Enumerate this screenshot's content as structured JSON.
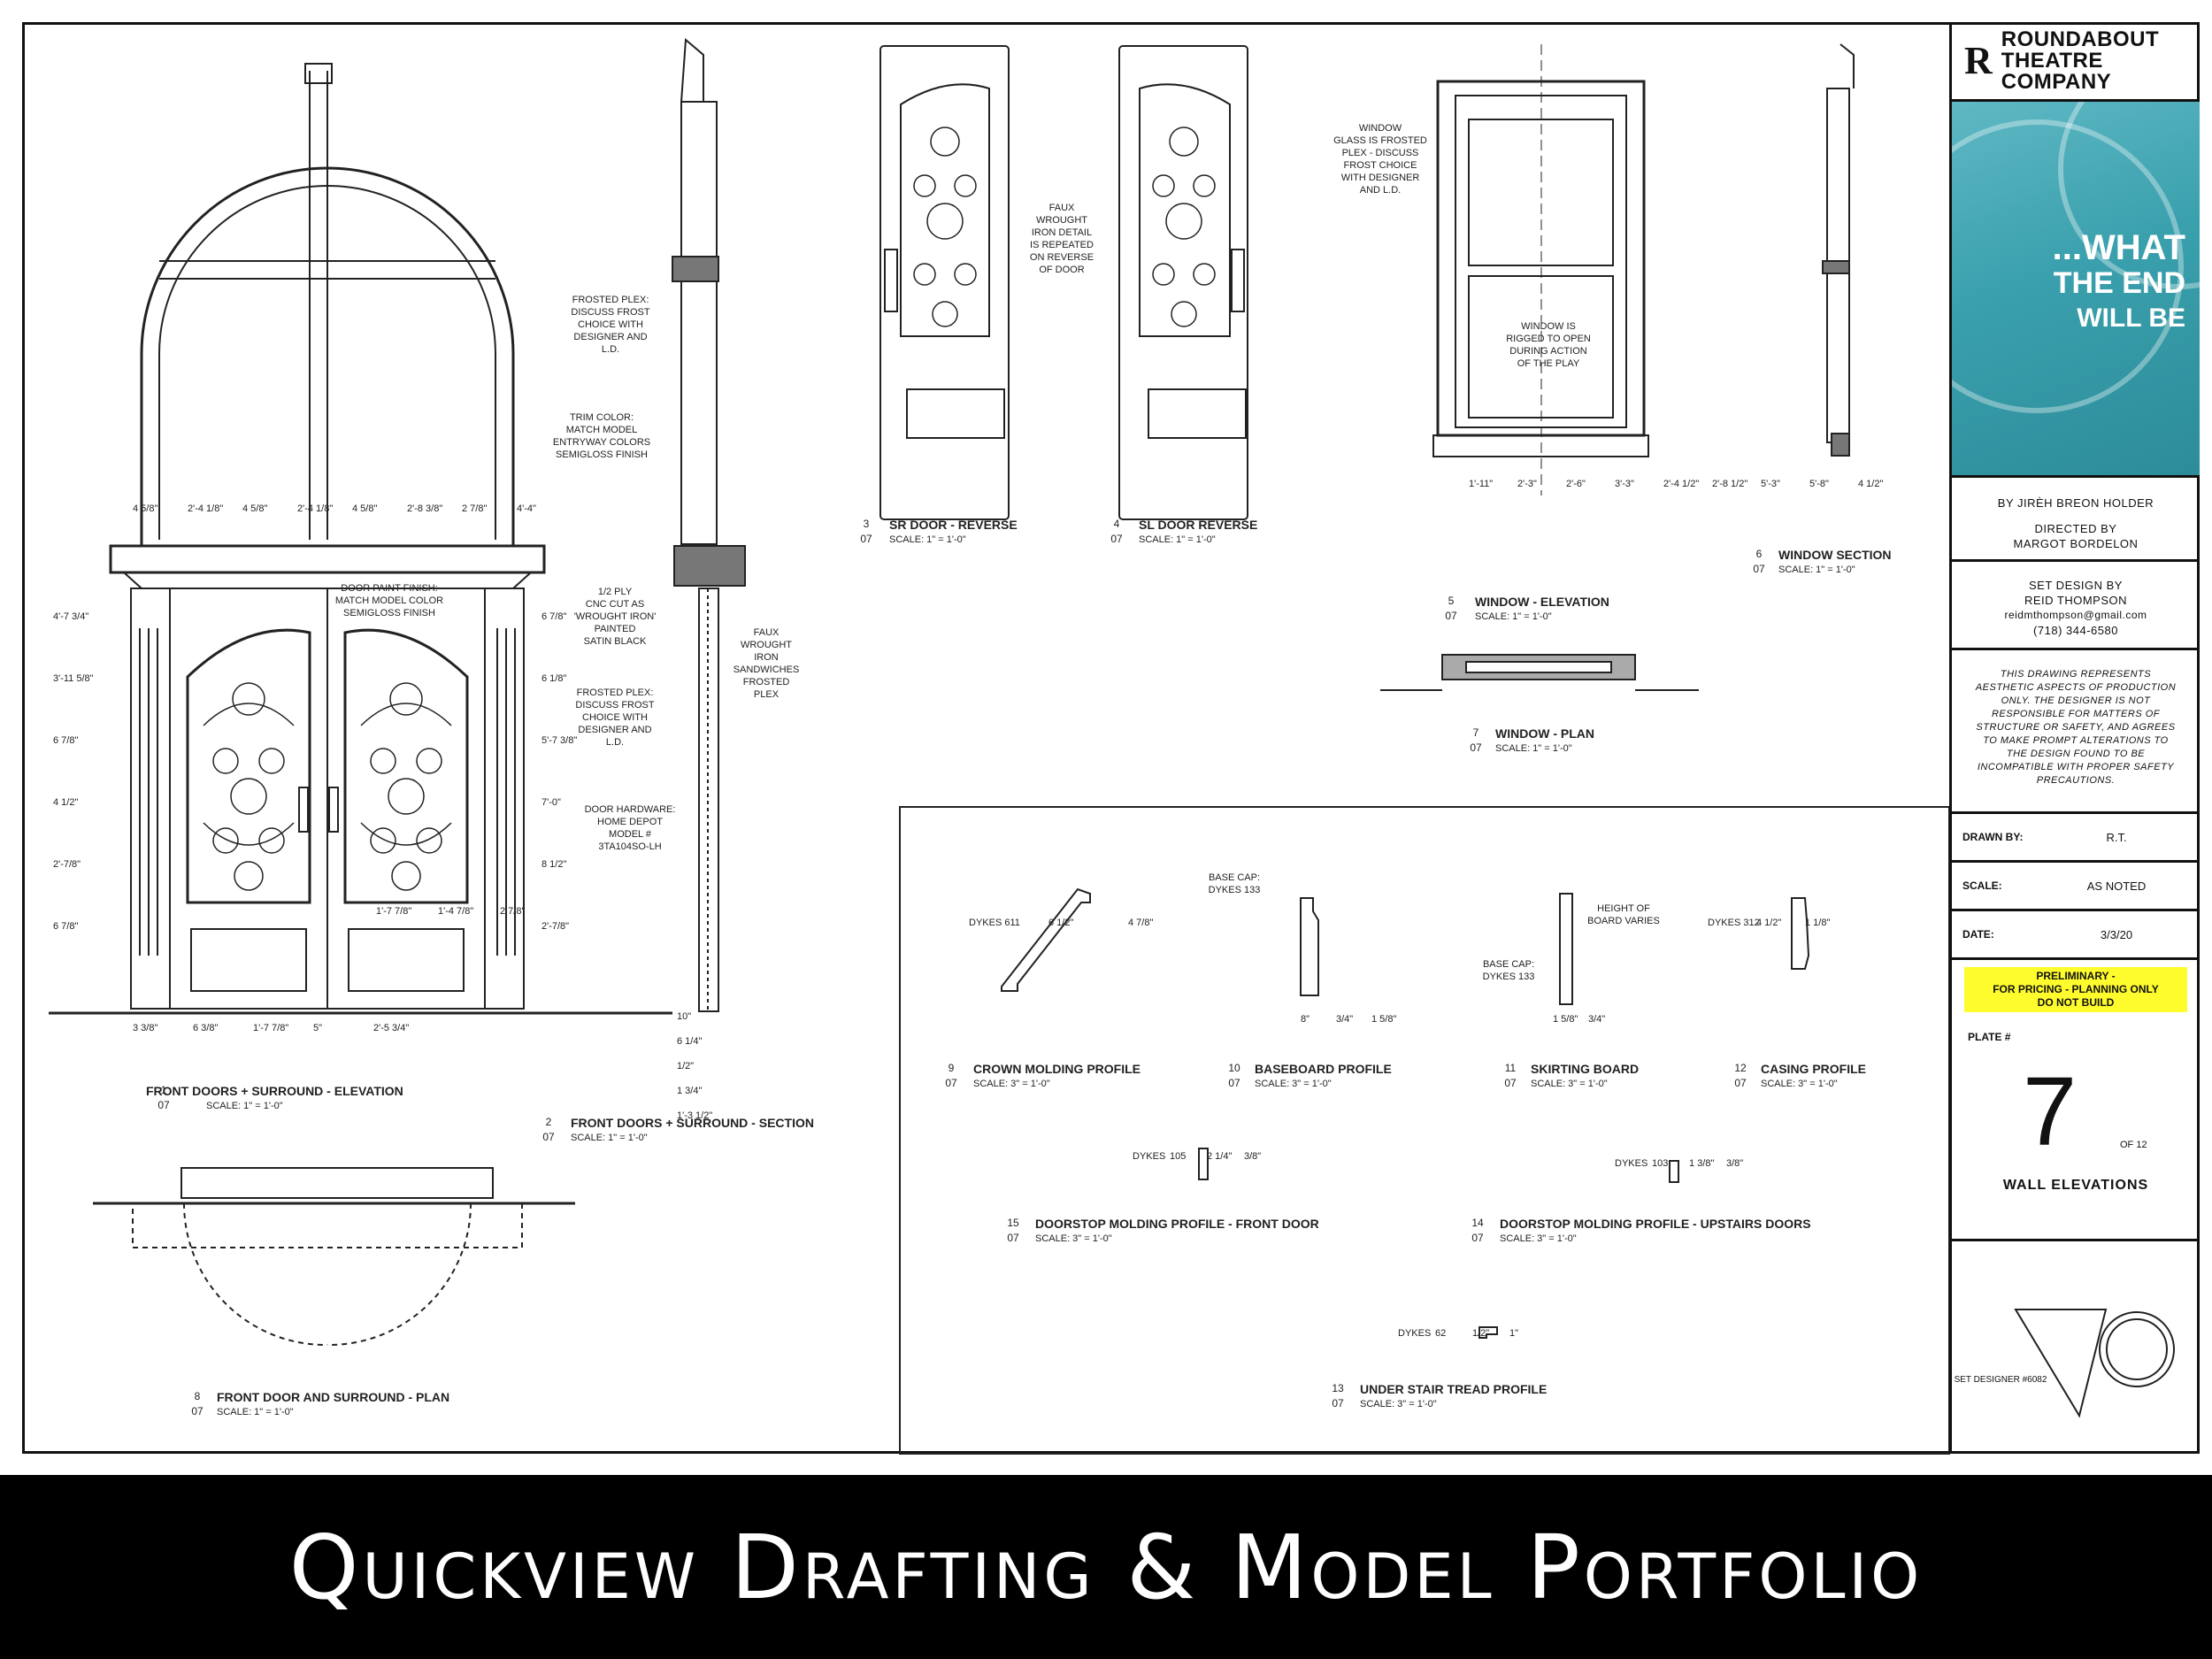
{
  "footer": {
    "caption": "Quickview Drafting & Model Portfolio"
  },
  "title_block": {
    "company_line1": "ROUNDABOUT",
    "company_line2": "THEATRE",
    "company_line3": "COMPANY",
    "poster_line1": "...WHAT",
    "poster_line2": "THE END",
    "poster_line3": "WILL BE",
    "poster_color": "#3aa0ad",
    "playwright": "BY JIRÈH BREON HOLDER",
    "directed_label": "DIRECTED BY",
    "director": "MARGOT BORDELON",
    "set_design_label": "SET DESIGN BY",
    "designer": "REID THOMPSON",
    "email": "reidmthompson@gmail.com",
    "phone": "(718) 344-6580",
    "disclaimer": "THIS DRAWING REPRESENTS AESTHETIC ASPECTS OF PRODUCTION ONLY. THE DESIGNER IS NOT RESPONSIBLE FOR MATTERS OF STRUCTURE OR SAFETY, AND AGREES TO MAKE PROMPT ALTERATIONS TO THE DESIGN FOUND TO BE INCOMPATIBLE WITH PROPER SAFETY PRECAUTIONS.",
    "drawn_by_label": "DRAWN BY:",
    "drawn_by": "R.T.",
    "scale_label": "SCALE:",
    "scale": "AS NOTED",
    "date_label": "DATE:",
    "date": "3/3/20",
    "prelim_line1": "PRELIMINARY -",
    "prelim_line2": "FOR PRICING - PLANNING ONLY",
    "prelim_line3": "DO NOT BUILD",
    "prelim_color": "#fffc2e",
    "plate_label": "PLATE #",
    "plate_number": "7",
    "plate_of": "OF 12",
    "sheet_title": "WALL ELEVATIONS",
    "union_text": "SET DESIGNER #6082"
  },
  "drawings": {
    "d1": {
      "num": "1",
      "sheet": "07",
      "title": "FRONT DOORS + SURROUND - ELEVATION",
      "scale": "SCALE: 1\" = 1'-0\""
    },
    "d2": {
      "num": "2",
      "sheet": "07",
      "title": "FRONT DOORS + SURROUND - SECTION",
      "scale": "SCALE: 1\" = 1'-0\""
    },
    "d3": {
      "num": "3",
      "sheet": "07",
      "title": "SR DOOR - REVERSE",
      "scale": "SCALE: 1\" = 1'-0\""
    },
    "d4": {
      "num": "4",
      "sheet": "07",
      "title": "SL DOOR REVERSE",
      "scale": "SCALE: 1\" = 1'-0\""
    },
    "d5": {
      "num": "5",
      "sheet": "07",
      "title": "WINDOW - ELEVATION",
      "scale": "SCALE: 1\" = 1'-0\""
    },
    "d6": {
      "num": "6",
      "sheet": "07",
      "title": "WINDOW SECTION",
      "scale": "SCALE: 1\" = 1'-0\""
    },
    "d7": {
      "num": "7",
      "sheet": "07",
      "title": "WINDOW - PLAN",
      "scale": "SCALE: 1\" = 1'-0\""
    },
    "d8": {
      "num": "8",
      "sheet": "07",
      "title": "FRONT DOOR AND SURROUND - PLAN",
      "scale": "SCALE: 1\" = 1'-0\""
    },
    "d9": {
      "num": "9",
      "sheet": "07",
      "title": "CROWN MOLDING PROFILE",
      "scale": "SCALE: 3\" = 1'-0\""
    },
    "d10": {
      "num": "10",
      "sheet": "07",
      "title": "BASEBOARD PROFILE",
      "scale": "SCALE: 3\" = 1'-0\""
    },
    "d11": {
      "num": "11",
      "sheet": "07",
      "title": "SKIRTING BOARD",
      "scale": "SCALE: 3\" = 1'-0\""
    },
    "d12": {
      "num": "12",
      "sheet": "07",
      "title": "CASING PROFILE",
      "scale": "SCALE: 3\" = 1'-0\""
    },
    "d13": {
      "num": "13",
      "sheet": "07",
      "title": "UNDER STAIR TREAD PROFILE",
      "scale": "SCALE: 3\" = 1'-0\""
    },
    "d14": {
      "num": "14",
      "sheet": "07",
      "title": "DOORSTOP MOLDING PROFILE - UPSTAIRS DOORS",
      "scale": "SCALE: 3\" = 1'-0\""
    },
    "d15": {
      "num": "15",
      "sheet": "07",
      "title": "DOORSTOP MOLDING PROFILE - FRONT DOOR",
      "scale": "SCALE: 3\" = 1'-0\""
    }
  },
  "notes": {
    "frosted_plex": [
      "FROSTED PLEX:",
      "DISCUSS FROST",
      "CHOICE WITH",
      "DESIGNER AND",
      "L.D."
    ],
    "trim_color": [
      "TRIM COLOR:",
      "MATCH MODEL",
      "ENTRYWAY COLORS",
      "SEMIGLOSS FINISH"
    ],
    "door_paint": [
      "DOOR PAINT FINISH:",
      "MATCH MODEL COLOR",
      "SEMIGLOSS FINISH"
    ],
    "cnc_cut": [
      "1/2 PLY",
      "CNC CUT AS",
      "'WROUGHT IRON'",
      "PAINTED",
      "SATIN BLACK"
    ],
    "frosted_plex2": [
      "FROSTED PLEX:",
      "DISCUSS FROST",
      "CHOICE WITH",
      "DESIGNER AND",
      "L.D."
    ],
    "door_hardware": [
      "DOOR HARDWARE:",
      "HOME DEPOT",
      "MODEL #",
      "3TA104SO-LH"
    ],
    "faux_iron_sandwich": [
      "FAUX",
      "WROUGHT",
      "IRON",
      "SANDWICHES",
      "FROSTED",
      "PLEX"
    ],
    "faux_iron_repeat": [
      "FAUX",
      "WROUGHT",
      "IRON DETAIL",
      "IS REPEATED",
      "ON REVERSE",
      "OF DOOR"
    ],
    "window_glass": [
      "WINDOW",
      "GLASS IS FROSTED",
      "PLEX - DISCUSS",
      "FROST CHOICE",
      "WITH DESIGNER",
      "AND L.D."
    ],
    "window_rigged": [
      "WINDOW IS",
      "RIGGED TO OPEN",
      "DURING ACTION",
      "OF THE PLAY"
    ],
    "height_board": [
      "HEIGHT OF",
      "BOARD VARIES"
    ],
    "base_cap_133a": [
      "BASE CAP:",
      "DYKES 133"
    ],
    "base_cap_133b": [
      "BASE CAP:",
      "DYKES 133"
    ]
  },
  "dims": {
    "d1_left": [
      "4'-7 3/4\"",
      "3'-11 5/8\"",
      "6 7/8\"",
      "4 1/2\"",
      "2'-7/8\"",
      "6 7/8\""
    ],
    "d1_right": [
      "6 7/8\"",
      "6 1/8\"",
      "5'-7 3/8\"",
      "7'-0\"",
      "8 1/2\"",
      "2'-7/8\""
    ],
    "d1_bottom": [
      "3 3/8\"",
      "6 3/8\"",
      "1'-7 7/8\"",
      "5\"",
      "2'-5 3/4\""
    ],
    "d1_door": [
      "1'-7 7/8\"",
      "1'-4 7/8\"",
      "2 7/8\""
    ],
    "d1_arch": [
      "4 5/8\"",
      "2'-4 1/8\"",
      "4 5/8\"",
      "2'-4 1/8\"",
      "4 5/8\"",
      "2'-8 3/8\"",
      "2 7/8\"",
      "4'-4\""
    ],
    "d2": [
      "10\"",
      "6 1/4\"",
      "1/2\"",
      "1 3/4\"",
      "1'-3 1/2\""
    ],
    "d5": [
      "1'-11\"",
      "2'-3\"",
      "2'-6\"",
      "3'-3\"",
      "2'-4 1/2\"",
      "2'-8 1/2\"",
      "5'-3\"",
      "5'-8\"",
      "4 1/2\""
    ],
    "d9": [
      "DYKES 611",
      "6 1/2\"",
      "4 7/8\""
    ],
    "d10": [
      "8\"",
      "3/4\"",
      "1 5/8\""
    ],
    "d11": [
      "1 5/8\"",
      "3/4\""
    ],
    "d12": [
      "DYKES 312",
      "4 1/2\"",
      "1 1/8\""
    ],
    "d15": [
      "DYKES",
      "105",
      "2 1/4\"",
      "3/8\""
    ],
    "d14": [
      "DYKES",
      "103",
      "1 3/8\"",
      "3/8\""
    ],
    "d13": [
      "DYKES",
      "62",
      "1/2\"",
      "1\""
    ]
  }
}
